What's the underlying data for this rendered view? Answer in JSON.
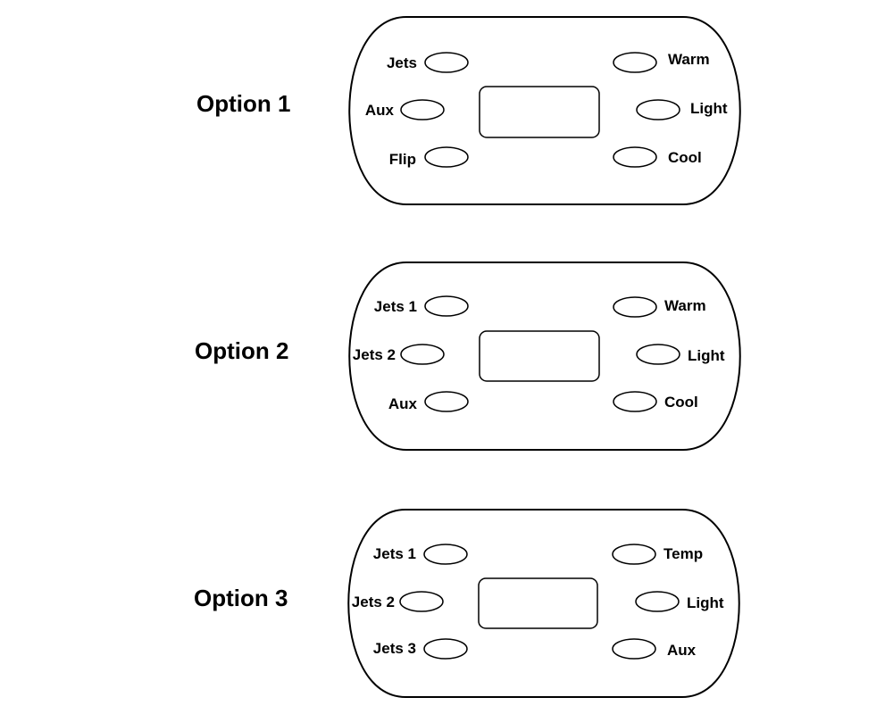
{
  "options": [
    {
      "title": "Option 1",
      "left_buttons": [
        "Jets",
        "Aux",
        "Flip"
      ],
      "right_buttons": [
        "Warm",
        "Light",
        "Cool"
      ]
    },
    {
      "title": "Option 2",
      "left_buttons": [
        "Jets 1",
        "Jets 2",
        "Aux"
      ],
      "right_buttons": [
        "Warm",
        "Light",
        "Cool"
      ]
    },
    {
      "title": "Option 3",
      "left_buttons": [
        "Jets 1",
        "Jets 2",
        "Jets 3"
      ],
      "right_buttons": [
        "Temp",
        "Light",
        "Aux"
      ]
    }
  ]
}
